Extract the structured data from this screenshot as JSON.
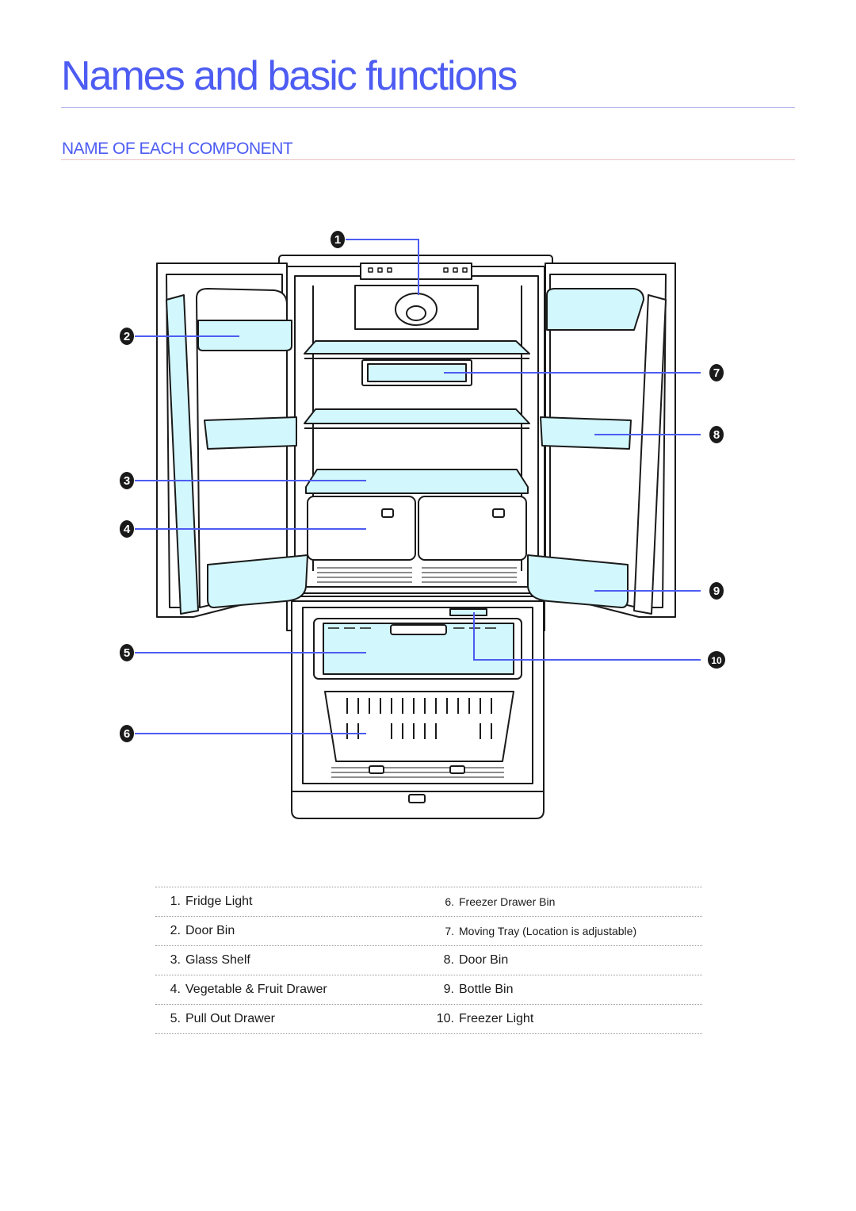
{
  "header": {
    "title": "Names and basic functions",
    "section": "NAME OF EACH COMPONENT"
  },
  "colors": {
    "title": "#4d5cf2",
    "callout_line": "#4d5cf2",
    "callout_badge": "#1a1a1a",
    "highlight_fill": "#d2f7fc"
  },
  "callouts": [
    "1",
    "2",
    "3",
    "4",
    "5",
    "6",
    "7",
    "8",
    "9",
    "10"
  ],
  "components": {
    "left": [
      {
        "num": "1.",
        "name": "Fridge Light"
      },
      {
        "num": "2.",
        "name": "Door Bin"
      },
      {
        "num": "3.",
        "name": "Glass Shelf"
      },
      {
        "num": "4.",
        "name": "Vegetable & Fruit Drawer"
      },
      {
        "num": "5.",
        "name": "Pull Out Drawer"
      }
    ],
    "right": [
      {
        "num": "6.",
        "name": "Freezer Drawer Bin"
      },
      {
        "num": "7.",
        "name": "Moving Tray (Location is adjustable)"
      },
      {
        "num": "8.",
        "name": "Door Bin"
      },
      {
        "num": "9.",
        "name": "Bottle Bin"
      },
      {
        "num": "10.",
        "name": "Freezer Light"
      }
    ]
  }
}
